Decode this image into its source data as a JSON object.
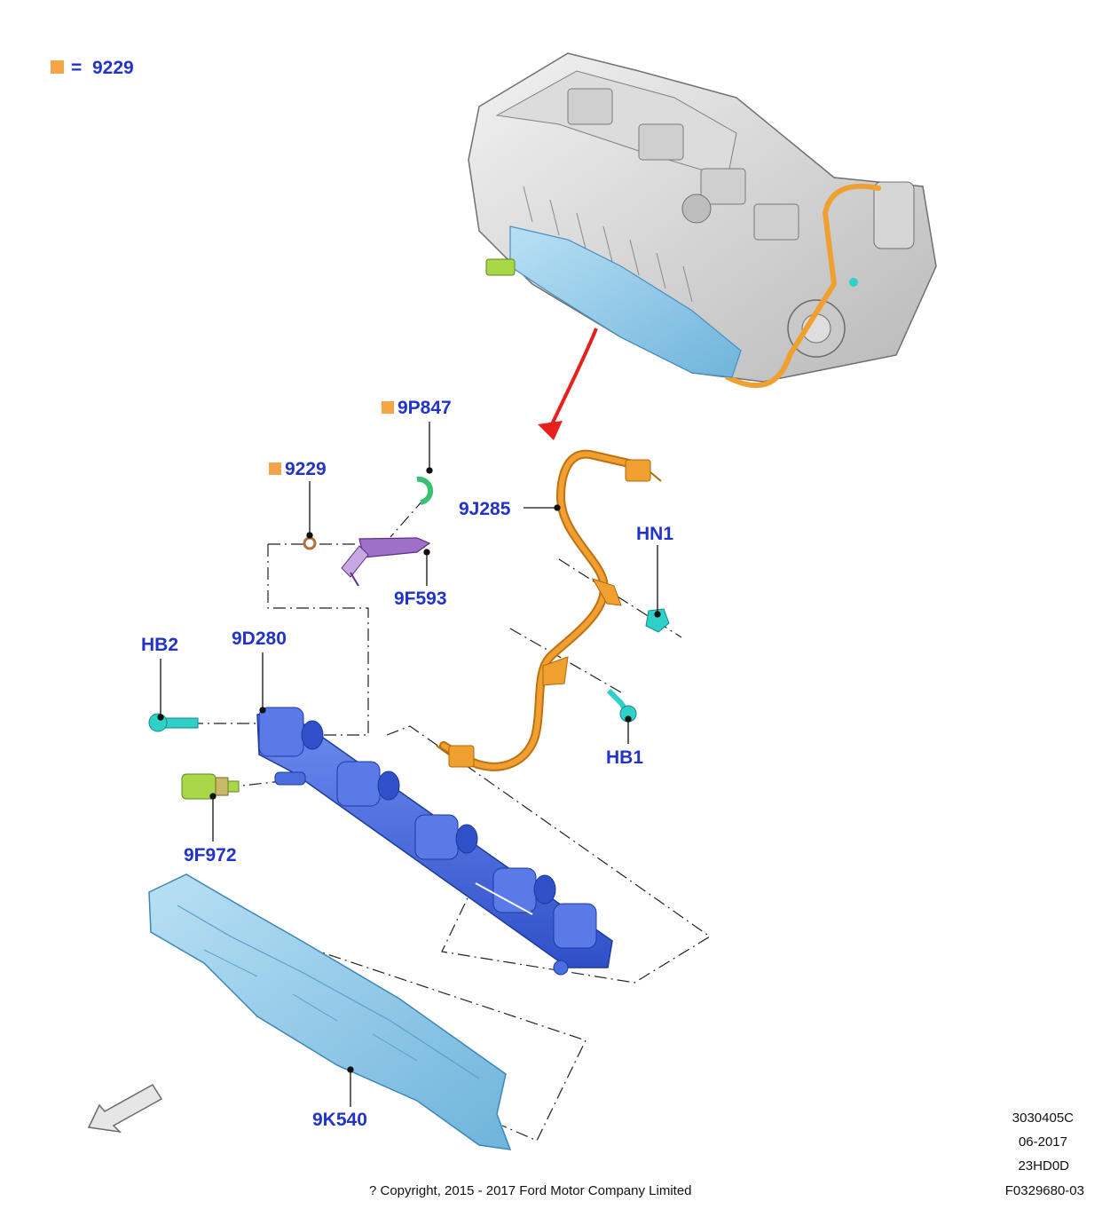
{
  "legend": {
    "eq": "=",
    "code": "9229"
  },
  "colors": {
    "label": "#2233cc",
    "legend_square": "#f5a545",
    "fuel_rail": "#4a6ee0",
    "heat_shield": "#8ec8ea",
    "fuel_pipe": "#f0a030",
    "clip": "#2fd0c8",
    "injector": "#a070c8",
    "sensor": "#a8d848",
    "arrow_red": "#e8201c"
  },
  "callouts": {
    "p9p847": "9P847",
    "p9229": "9229",
    "p9j285": "9J285",
    "hn1": "HN1",
    "p9f593": "9F593",
    "hb2": "HB2",
    "p9d280": "9D280",
    "hb1": "HB1",
    "p9f972": "9F972",
    "p9k540": "9K540"
  },
  "meta": {
    "ref": "3030405C",
    "date": "06-2017",
    "engine": "23HD0D",
    "figure": "F0329680-03",
    "copyright": "? Copyright, 2015 - 2017 Ford Motor Company Limited"
  }
}
